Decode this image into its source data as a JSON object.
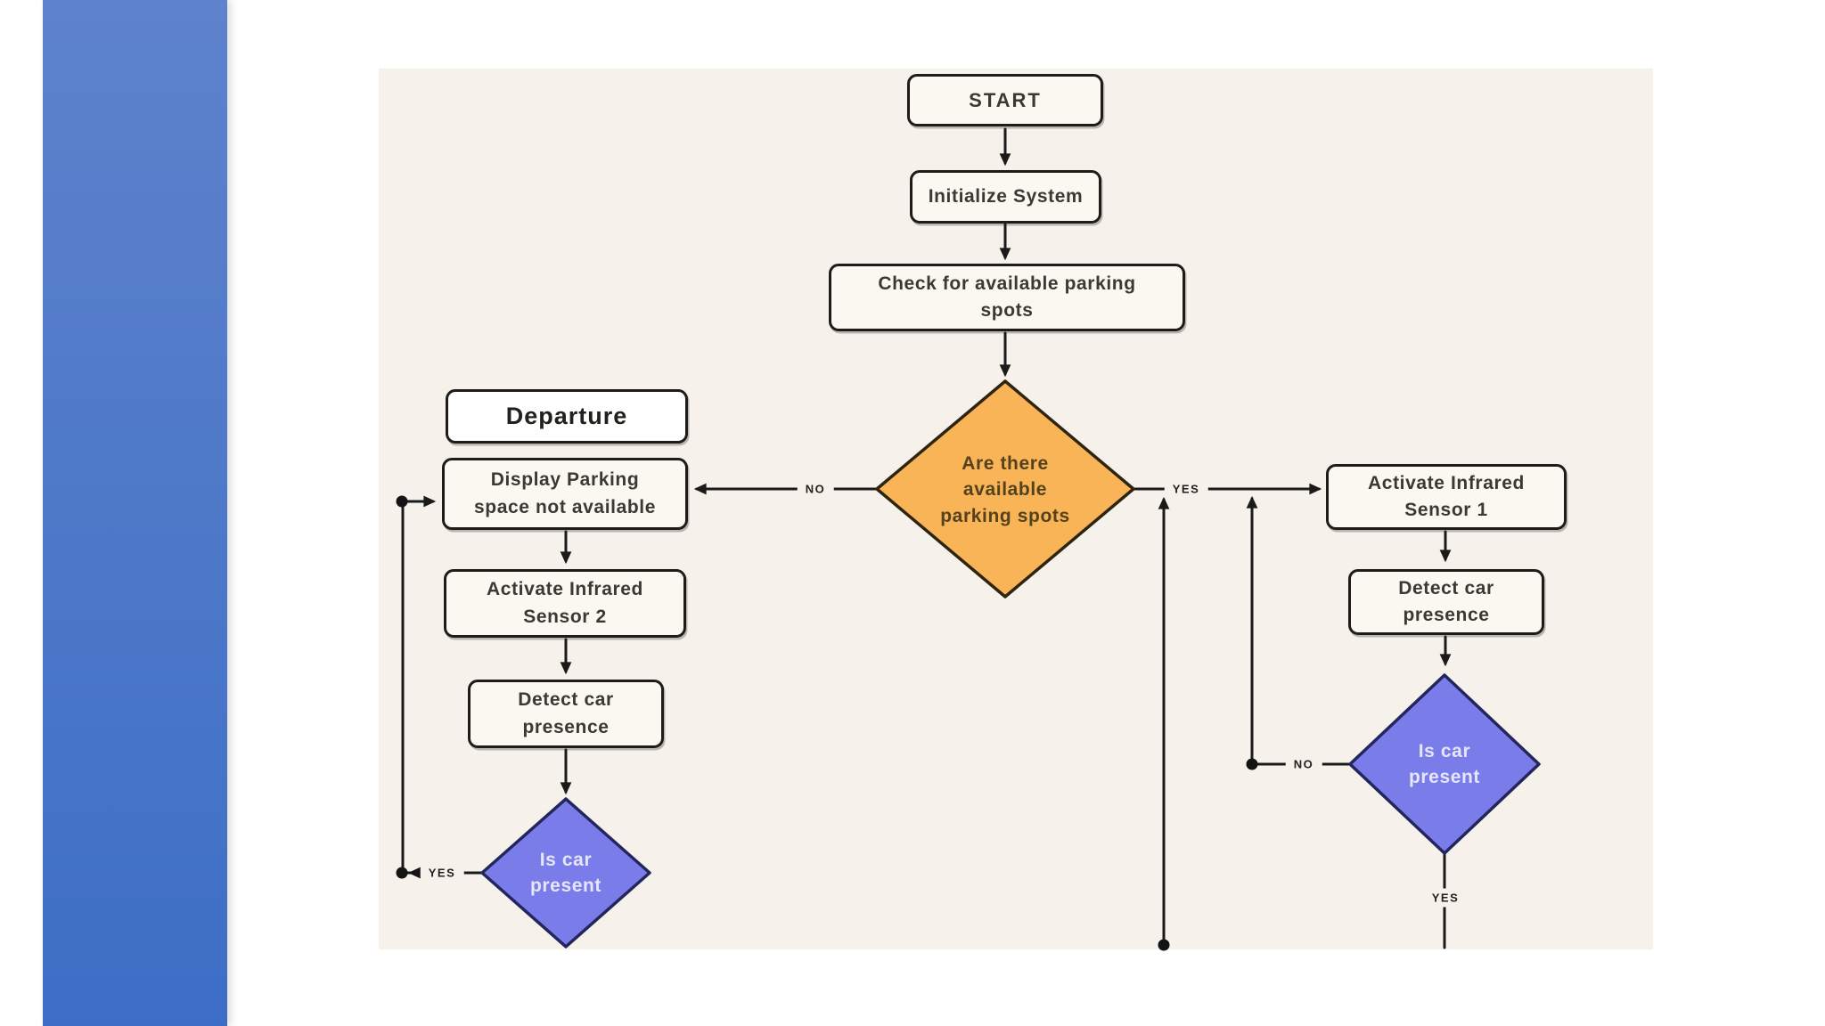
{
  "colors": {
    "sidebar_blue_top": "#5e82cc",
    "sidebar_blue_bottom": "#3d6ec6",
    "canvas_cream": "#f6f1ea",
    "node_fill": "#fbf7f1",
    "decision_orange": "#f8b456",
    "decision_purple": "#7a7de9",
    "line_black": "#1a1a1a"
  },
  "flowchart": {
    "nodes": {
      "start": {
        "label": "START"
      },
      "initialize": {
        "label": "Initialize System"
      },
      "check_spots": {
        "label": "Check for available parking\nspots"
      },
      "decision_spots": {
        "label": "Are there\navailable\nparking spots"
      },
      "departure": {
        "label": "Departure"
      },
      "display_unavailable": {
        "label": "Display Parking\nspace not available"
      },
      "sensor2": {
        "label": "Activate Infrared\nSensor 2"
      },
      "detect_left": {
        "label": "Detect car\npresence"
      },
      "decision_left": {
        "label": "Is car\npresent"
      },
      "sensor1": {
        "label": "Activate Infrared\nSensor 1"
      },
      "detect_right": {
        "label": "Detect car\npresence"
      },
      "decision_right": {
        "label": "Is car\npresent"
      }
    },
    "edge_labels": {
      "no_to_display": "NO",
      "yes_to_sensor1": "YES",
      "yes_left_loop": "YES",
      "no_right_loop": "NO",
      "yes_bottom": "YES"
    }
  }
}
